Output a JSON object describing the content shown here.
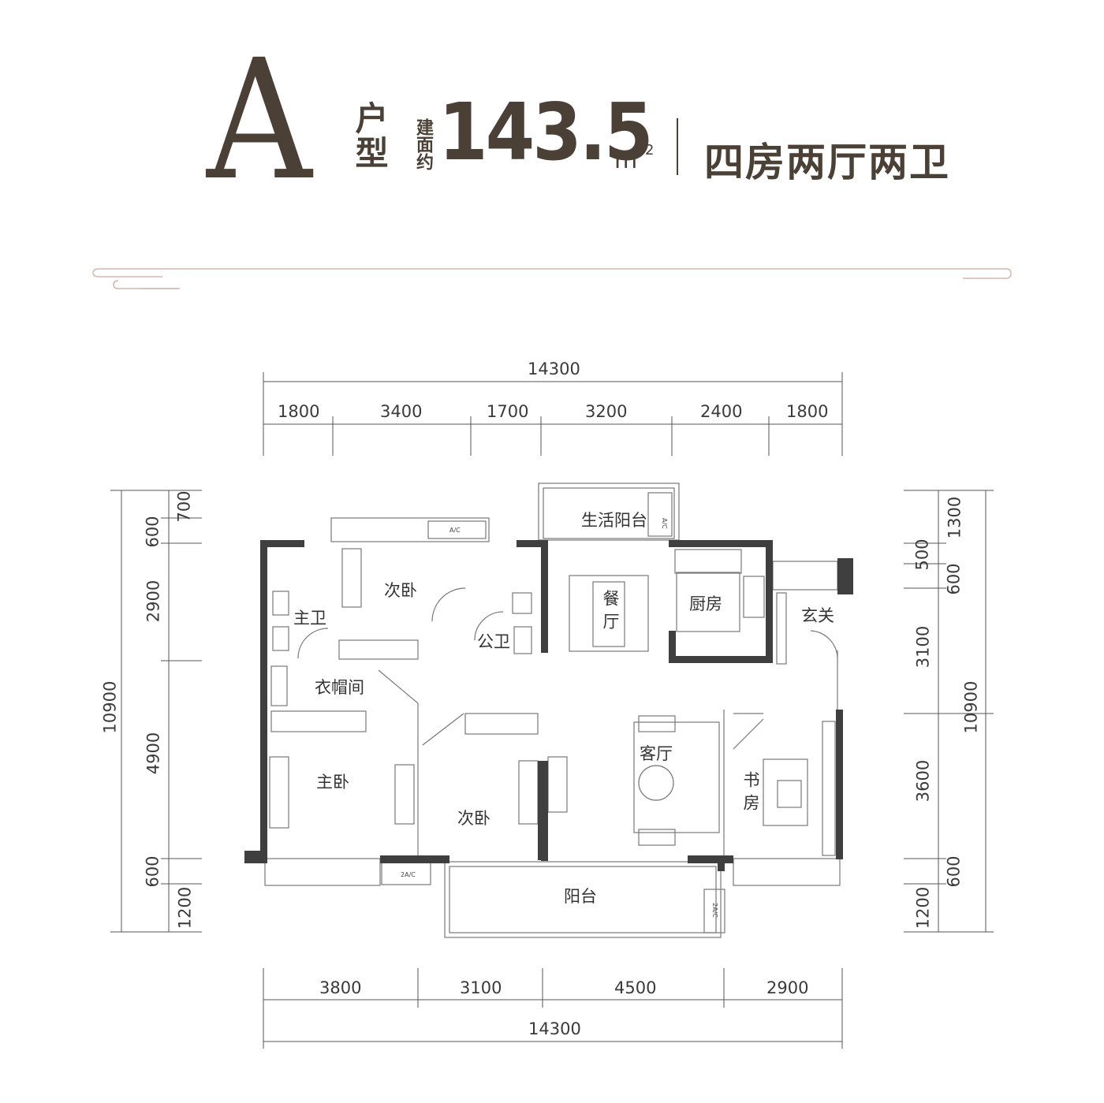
{
  "header": {
    "type_letter": "A",
    "type_word": "户型",
    "area_label": "建面约",
    "area_value": "143.5",
    "area_unit": "m",
    "area_unit_sup": "2",
    "layout": "四房两厅两卫"
  },
  "colors": {
    "brand": "#4a4036",
    "accent_line": "#c9a9a0",
    "wall": "#3f3f3f"
  },
  "dimensions": {
    "top_total": "14300",
    "top_segments": [
      "1800",
      "3400",
      "1700",
      "3200",
      "2400",
      "1800"
    ],
    "bottom_segments": [
      "3800",
      "3100",
      "4500",
      "2900"
    ],
    "bottom_total": "14300",
    "left_total": "10900",
    "left_segments": [
      "700",
      "600",
      "2900",
      "4900",
      "600",
      "1200"
    ],
    "right_total": "10900",
    "right_segments": [
      "1300",
      "500",
      "600",
      "3100",
      "3600",
      "600",
      "1200"
    ]
  },
  "rooms": {
    "life_balcony": "生活阳台",
    "bedroom_north": "次卧",
    "master_bath": "主卫",
    "public_bath": "公卫",
    "dining": "餐厅",
    "kitchen": "厨房",
    "entrance": "玄关",
    "cloakroom": "衣帽间",
    "master_bedroom": "主卧",
    "bedroom_south": "次卧",
    "living": "客厅",
    "study": "书房",
    "balcony": "阳台"
  },
  "ac_labels": {
    "ac_1": "A/C",
    "ac_2": "A/C",
    "ac_3": "2A/C",
    "ac_4": "2A/C"
  }
}
